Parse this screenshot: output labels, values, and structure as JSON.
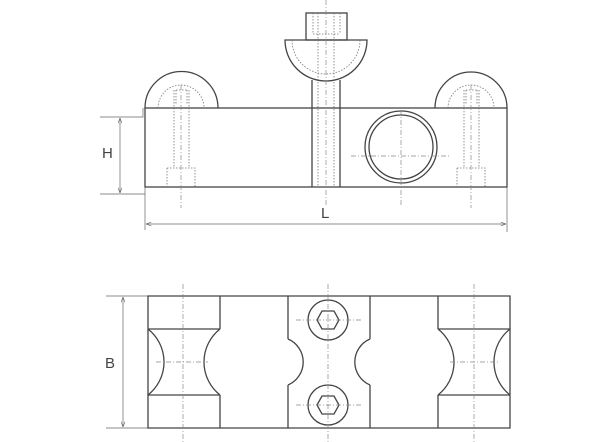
{
  "labels": {
    "height": "H",
    "length": "L",
    "width": "B"
  }
}
